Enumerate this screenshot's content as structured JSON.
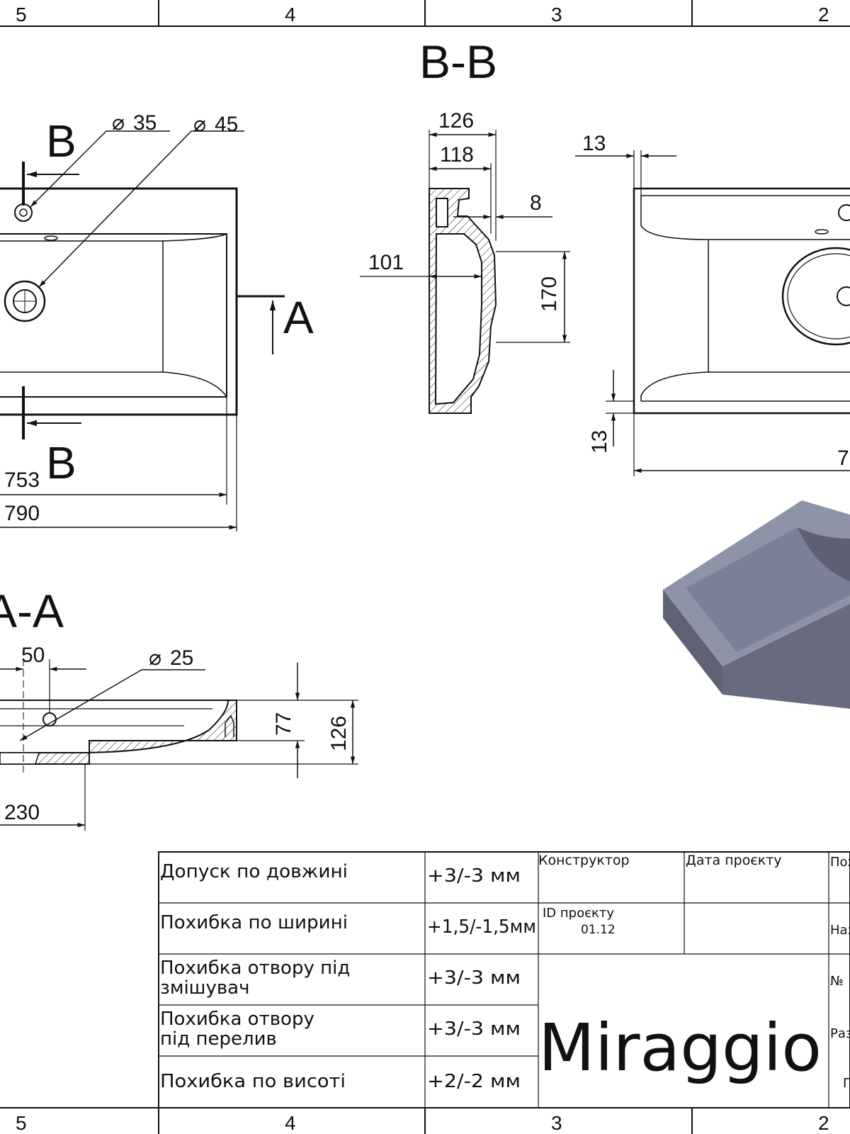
{
  "frame": {
    "column_numbers_top": [
      "5",
      "4",
      "3",
      "2"
    ],
    "column_numbers_bottom": [
      "5",
      "4",
      "3",
      "2"
    ]
  },
  "plan_view": {
    "section_marks": [
      "B",
      "B",
      "A"
    ],
    "dim_hole_small": "35",
    "dim_hole_large": "45",
    "dim_inner_length": "753",
    "dim_overall_length": "790",
    "diameter_symbol": "⌀"
  },
  "section_bb": {
    "title": "B-B",
    "dim_126": "126",
    "dim_118": "118",
    "dim_8": "8",
    "dim_101": "101",
    "dim_170": "170"
  },
  "right_view": {
    "dim_13_top": "13",
    "dim_13_side": "13",
    "dim_length_partial": "7"
  },
  "section_aa": {
    "title": "A-A",
    "dim_50": "50",
    "dim_hole": "25",
    "dim_77": "77",
    "dim_126": "126",
    "dim_230": "230"
  },
  "title_block": {
    "tolerances": [
      {
        "name": "Допуск по довжині",
        "value": "+3/-3 мм"
      },
      {
        "name": "Похибка по ширині",
        "value": "+1,5/-1,5мм"
      },
      {
        "name": "Похибка отвору під змішувач",
        "value": "+3/-3 мм"
      },
      {
        "name": "Похибка отвору під перелив",
        "value": "+3/-3 мм"
      },
      {
        "name": "Похибка по висоті",
        "value": "+2/-2 мм"
      }
    ],
    "designer_label": "Конструктор",
    "project_date_label": "Дата проєкту",
    "project_id_label": "ID проєкту",
    "project_id_value": "01.12",
    "brand": "Miraggio",
    "cut_labels": [
      "Пох",
      "Наз",
      "№",
      "Раз",
      "П"
    ]
  },
  "colors": {
    "ink": "#111111",
    "render_top": "#8f93a8",
    "render_side": "#5f6274",
    "render_basin": "#7c8096"
  }
}
